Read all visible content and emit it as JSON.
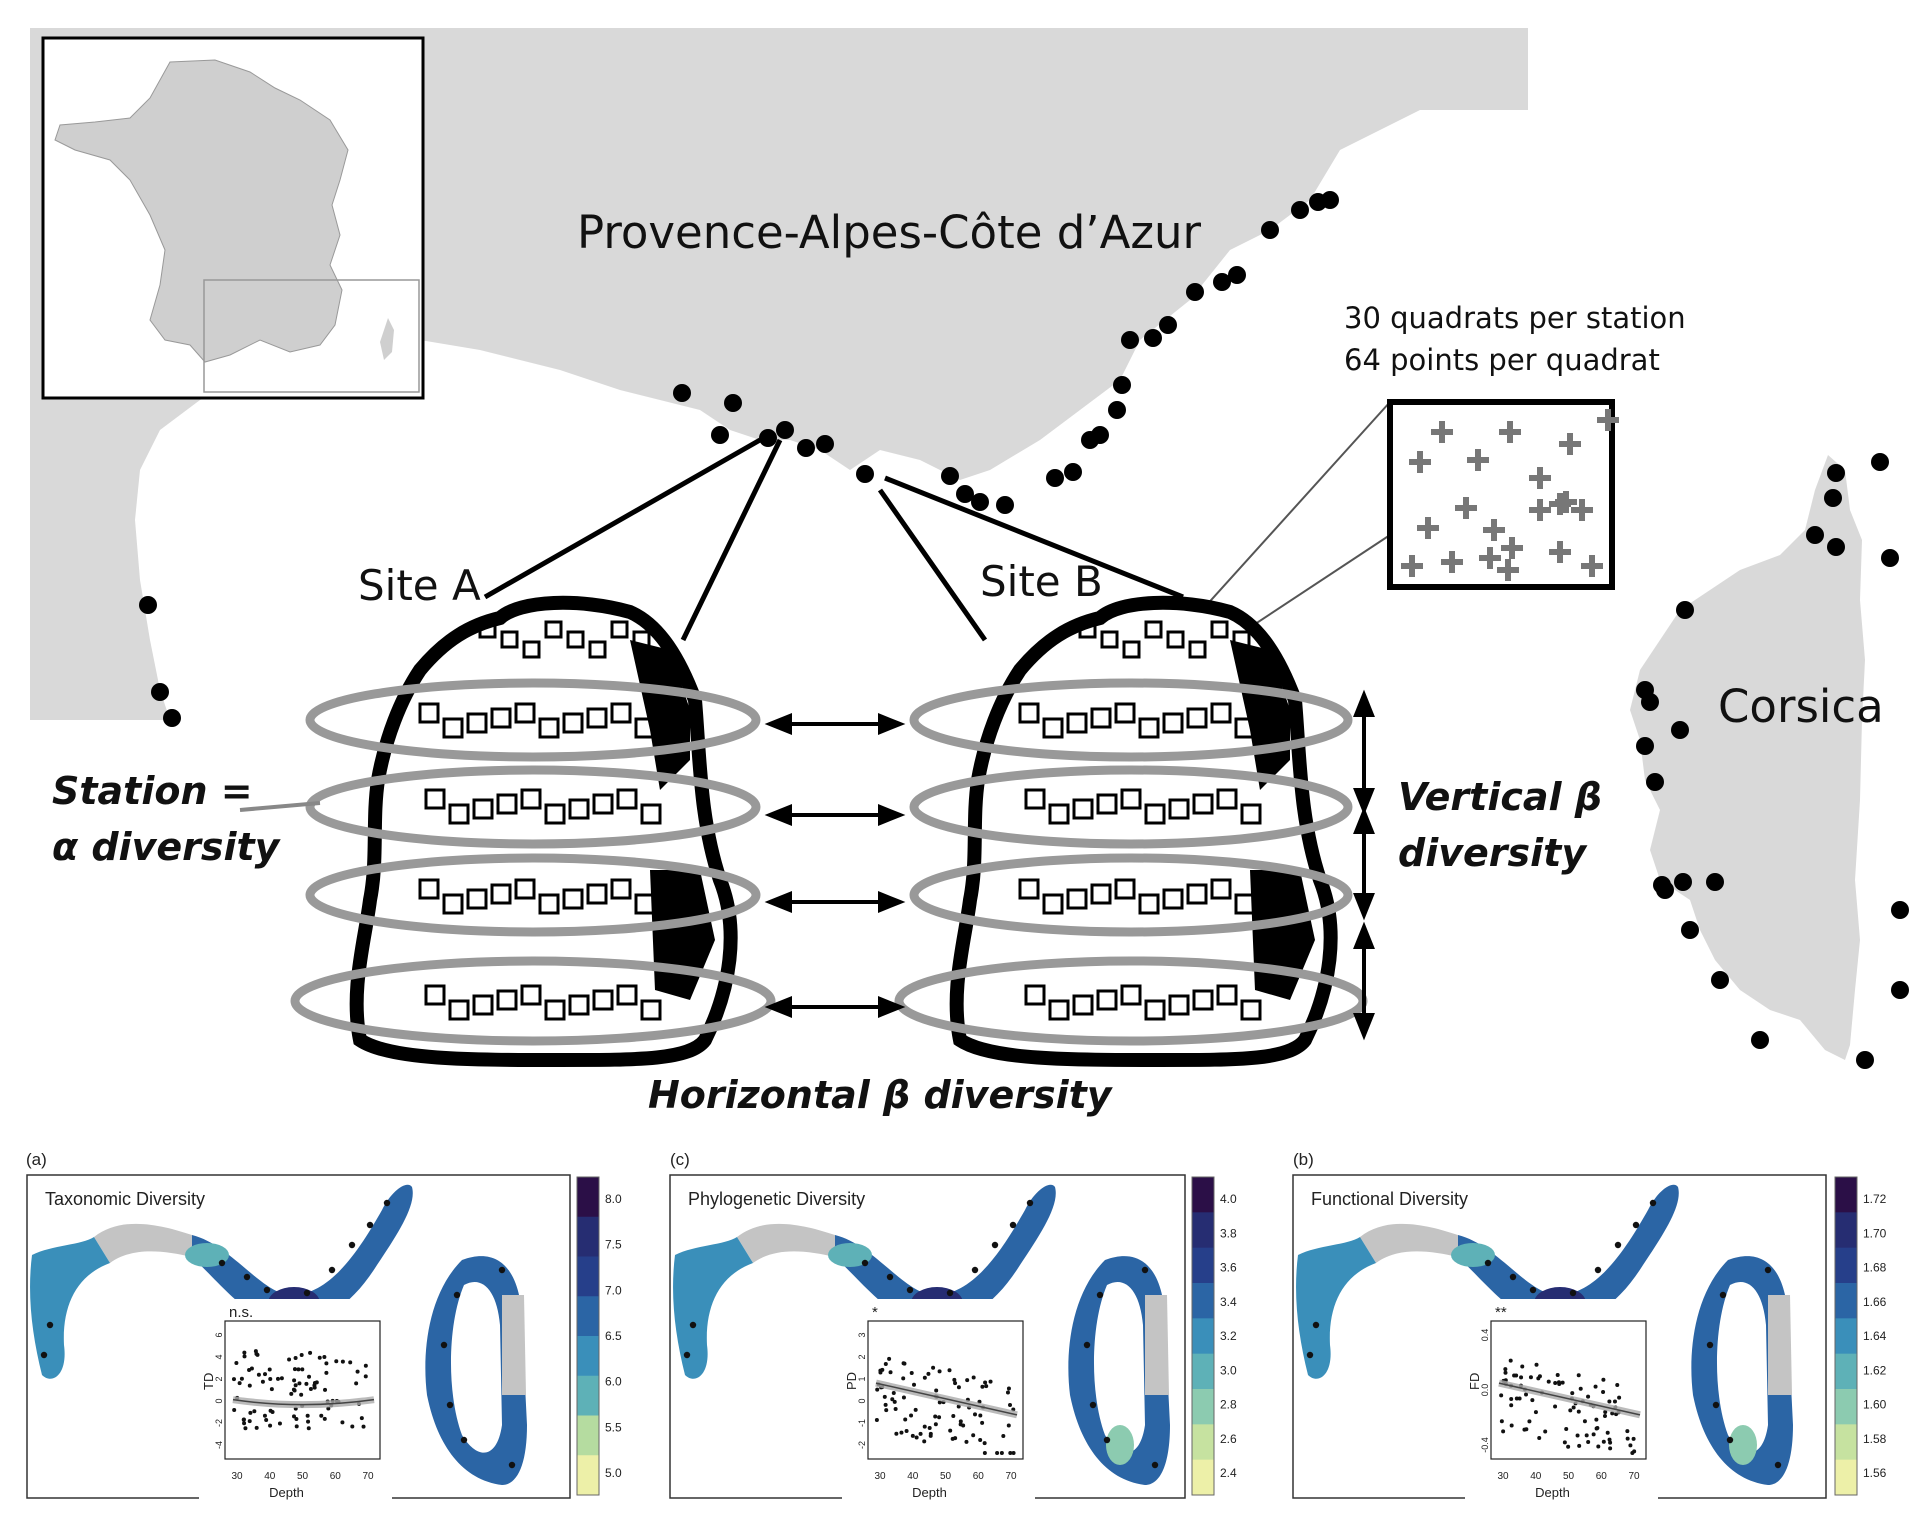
{
  "top_figure": {
    "region_label": "Provence-Alpes-Côte d’Azur",
    "island_label": "Corsica",
    "site_a": "Site A",
    "site_b": "Site B",
    "quadrat_line1": "30 quadrats per station",
    "quadrat_line2": "64 points per quadrat",
    "station_line1": "Station =",
    "station_line2": "α diversity",
    "vertical_line1": "Vertical β",
    "vertical_line2": "diversity",
    "horizontal_label": "Horizontal β diversity"
  },
  "panels": [
    {
      "letter": "(a)",
      "title": "Taxonomic Diversity",
      "ylabel": "TD",
      "xlabel": "Depth",
      "significance": "n.s.",
      "x_ticks": [
        "30",
        "40",
        "50",
        "60",
        "70"
      ],
      "y_ticks": [
        "6",
        "4",
        "2",
        "0",
        "-2",
        "-4"
      ],
      "legend_ticks": [
        "8.0",
        "7.5",
        "7.0",
        "6.5",
        "6.0",
        "5.5",
        "5.0"
      ],
      "colors": [
        "#2b0f47",
        "#262d72",
        "#263f8a",
        "#2b65a5",
        "#3a8fba",
        "#5eb1b7",
        "#b5dca0",
        "#edf0a8"
      ]
    },
    {
      "letter": "(c)",
      "title": "Phylogenetic Diversity",
      "ylabel": "PD",
      "xlabel": "Depth",
      "significance": "*",
      "x_ticks": [
        "30",
        "40",
        "50",
        "60",
        "70"
      ],
      "y_ticks": [
        "3",
        "2",
        "1",
        "0",
        "-1",
        "-2"
      ],
      "legend_ticks": [
        "4.0",
        "3.8",
        "3.6",
        "3.4",
        "3.2",
        "3.0",
        "2.8",
        "2.6",
        "2.4"
      ],
      "colors": [
        "#2b0f47",
        "#262d72",
        "#263f8a",
        "#2b65a5",
        "#3a8fba",
        "#5eb1b7",
        "#8ccbb0",
        "#c6e2a0",
        "#edf0a8"
      ]
    },
    {
      "letter": "(b)",
      "title": "Functional Diversity",
      "ylabel": "FD",
      "xlabel": "Depth",
      "significance": "**",
      "x_ticks": [
        "30",
        "40",
        "50",
        "60",
        "70"
      ],
      "y_ticks": [
        "0.4",
        "0.0",
        "-0.4"
      ],
      "legend_ticks": [
        "1.72",
        "1.70",
        "1.68",
        "1.66",
        "1.64",
        "1.62",
        "1.60",
        "1.58",
        "1.56"
      ],
      "colors": [
        "#2b0f47",
        "#262d72",
        "#263f8a",
        "#2b65a5",
        "#3a8fba",
        "#5eb1b7",
        "#8ccbb0",
        "#c6e2a0",
        "#edf0a8"
      ]
    }
  ]
}
